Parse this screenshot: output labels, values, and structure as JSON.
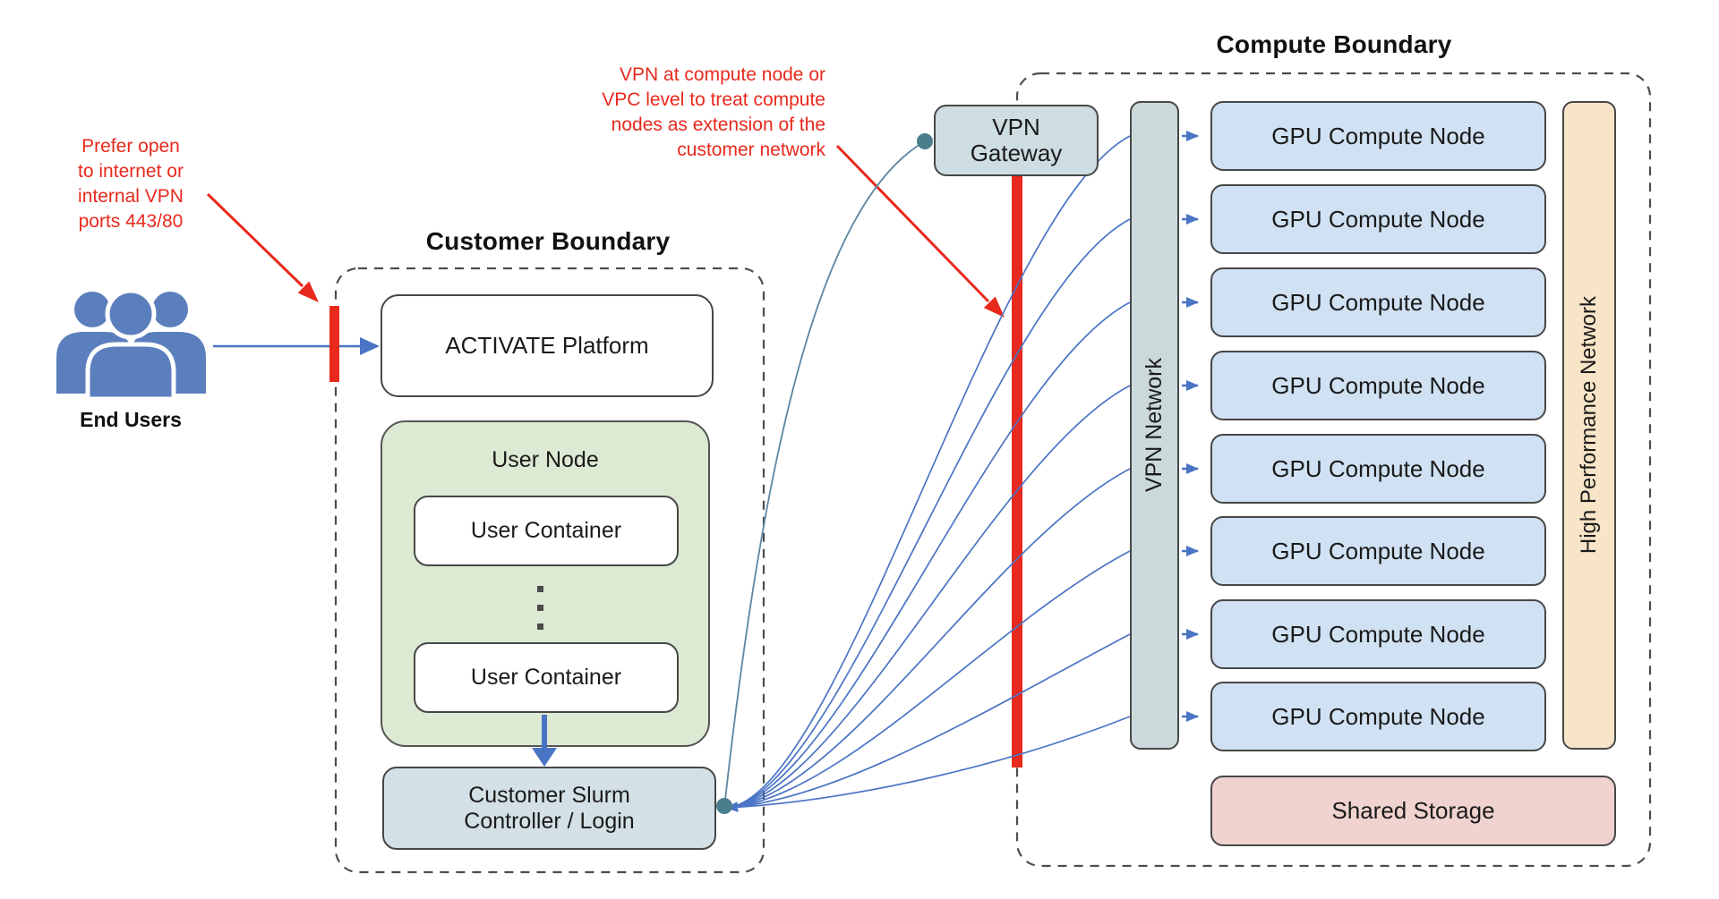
{
  "annotations": {
    "left": {
      "lines": [
        "Prefer open",
        "to internet or",
        "internal VPN",
        "ports 443/80"
      ]
    },
    "middle": {
      "lines": [
        "VPN at compute node or",
        "VPC level to treat compute",
        "nodes as extension of the",
        "customer network"
      ]
    }
  },
  "end_users": {
    "label": "End Users",
    "icon": "users-group-icon"
  },
  "customer_boundary": {
    "title": "Customer Boundary",
    "activate_platform": {
      "label": "ACTIVATE Platform"
    },
    "user_node": {
      "label": "User Node",
      "containers": [
        "User Container",
        "User Container"
      ],
      "ellipsis_dot_count": 3
    },
    "slurm": {
      "line1": "Customer Slurm",
      "line2": "Controller / Login"
    }
  },
  "compute_boundary": {
    "title": "Compute Boundary",
    "vpn_gateway": {
      "line1": "VPN",
      "line2": "Gateway"
    },
    "vpn_network": {
      "label": "VPN Network"
    },
    "gpu_nodes": [
      "GPU Compute Node",
      "GPU Compute Node",
      "GPU Compute Node",
      "GPU Compute Node",
      "GPU Compute Node",
      "GPU Compute Node",
      "GPU Compute Node",
      "GPU Compute Node"
    ],
    "high_performance_network": {
      "label": "High Performance Network"
    },
    "shared_storage": {
      "label": "Shared Storage"
    }
  },
  "colors": {
    "annotation_red": "#e8291d",
    "barrier_red": "#e8291d",
    "arrow_blue": "#4a74c4",
    "people_blue": "#5b7fbd",
    "curve_teal": "#5d87a2",
    "connector_dot_teal": "#4b7e8c",
    "user_node_green": "#dce9d3",
    "gpu_node_blue": "#d0e1f3",
    "gateway_gray_blue": "#cddde1",
    "vpn_network_gray": "#cbd9da",
    "hpn_peach": "#f8e5c8",
    "shared_storage_pink": "#f0d3cf",
    "boundary_dash_gray": "#4d4d4d"
  }
}
